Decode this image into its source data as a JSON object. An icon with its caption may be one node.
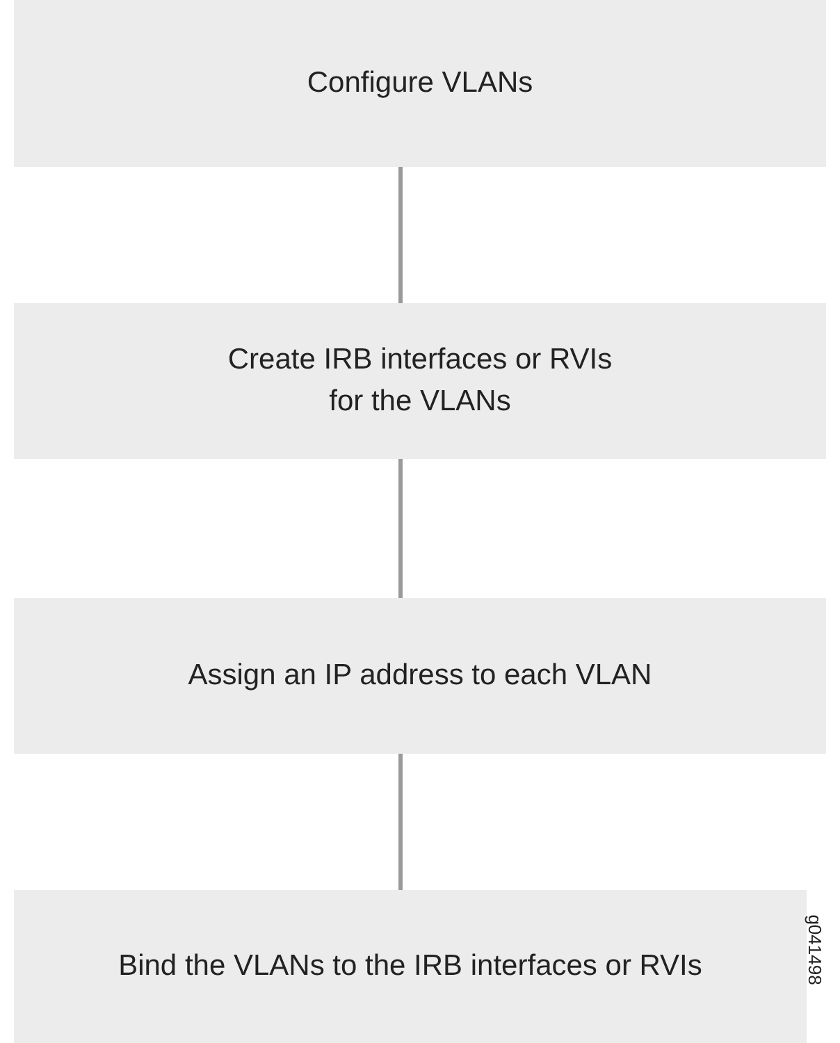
{
  "diagram": {
    "nodes": [
      {
        "text": [
          "Configure VLANs"
        ]
      },
      {
        "text": [
          "Create IRB interfaces or RVIs for the VLANs"
        ]
      },
      {
        "text": [
          "Assign an IP address to each VLAN"
        ]
      },
      {
        "text": [
          "Bind the VLANs to the IRB interfaces or RVIs"
        ]
      }
    ],
    "edges": [
      {
        "from": 0,
        "to": 1,
        "arrow": "none"
      },
      {
        "from": 1,
        "to": 2,
        "arrow": "none"
      },
      {
        "from": 2,
        "to": 3,
        "arrow": "none"
      }
    ],
    "labels": [
      "g041498"
    ]
  }
}
